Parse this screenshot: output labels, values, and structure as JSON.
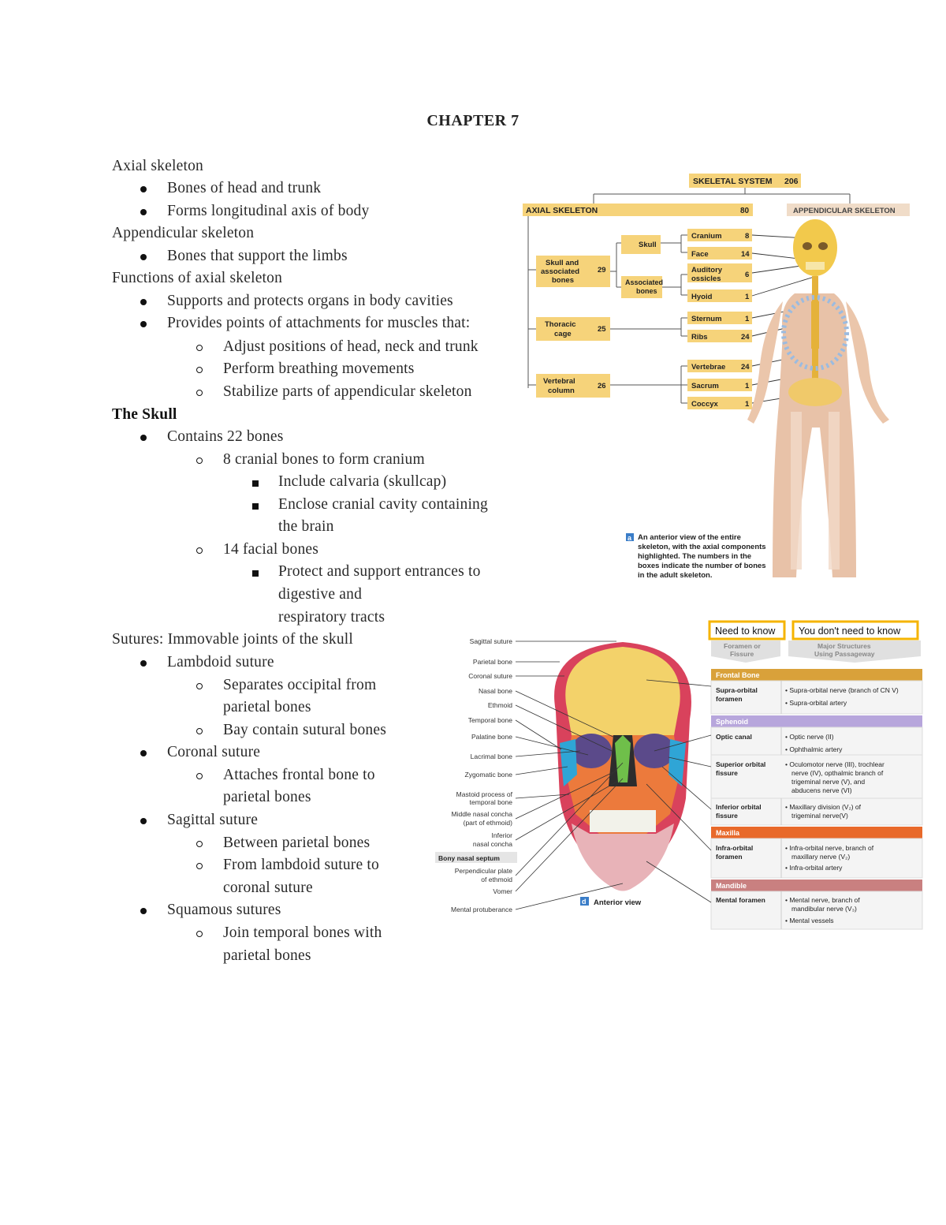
{
  "title": "CHAPTER 7",
  "notes": {
    "l1": "Axial skeleton",
    "l2": "Bones of head and trunk",
    "l3": "Forms longitudinal axis of body",
    "l4": "Appendicular skeleton",
    "l5": "Bones that support the limbs",
    "l6": "Functions of axial skeleton",
    "l7": "Supports and protects organs in body cavities",
    "l8": "Provides points of attachments for muscles that:",
    "l9": "Adjust positions of head, neck and trunk",
    "l10": "Perform breathing movements",
    "l11": "Stabilize parts of appendicular skeleton",
    "l12": "The Skull",
    "l13": "Contains 22 bones",
    "l14": "8 cranial bones to form cranium",
    "l15": "Include calvaria (skullcap)",
    "l16a": "Enclose cranial cavity containing",
    "l16b": "the brain",
    "l17": "14 facial bones",
    "l18a": "Protect and support entrances to",
    "l18b": "digestive  and",
    "l18c": "respiratory tracts",
    "l19": "Sutures: Immovable joints of the skull",
    "l20": "Lambdoid suture",
    "l21a": "Separates occipital from",
    "l21b": "parietal bones",
    "l22": "Bay contain sutural bones",
    "l23": "Coronal suture",
    "l24a": "Attaches frontal bone to",
    "l24b": "parietal bones",
    "l25": "Sagittal suture",
    "l26": "Between parietal bones",
    "l27a": "From lambdoid suture to",
    "l27b": "coronal suture",
    "l28": "Squamous sutures",
    "l29a": "Join temporal bones with",
    "l29b": "parietal bones"
  },
  "skeleton_figure": {
    "skeletal_system": "SKELETAL SYSTEM",
    "skeletal_count": "206",
    "axial": "AXIAL SKELETON",
    "axial_count": "80",
    "appendicular": "APPENDICULAR SKELETON",
    "skull_assoc_1": "Skull and",
    "skull_assoc_2": "associated",
    "skull_assoc_3": "bones",
    "skull_assoc_count": "29",
    "skull": "Skull",
    "assoc_1": "Associated",
    "assoc_2": "bones",
    "cranium": "Cranium",
    "cranium_count": "8",
    "face": "Face",
    "face_count": "14",
    "auditory_1": "Auditory",
    "auditory_2": "ossicles",
    "auditory_count": "6",
    "hyoid": "Hyoid",
    "hyoid_count": "1",
    "thoracic_1": "Thoracic",
    "thoracic_2": "cage",
    "thoracic_count": "25",
    "sternum": "Sternum",
    "sternum_count": "1",
    "ribs": "Ribs",
    "ribs_count": "24",
    "vertebral_1": "Vertebral",
    "vertebral_2": "column",
    "vertebral_count": "26",
    "vertebrae": "Vertebrae",
    "vertebrae_count": "24",
    "sacrum": "Sacrum",
    "sacrum_count": "1",
    "coccyx": "Coccyx",
    "coccyx_count": "1",
    "fig_label": "a",
    "caption_1": "An anterior view of the entire",
    "caption_2": "skeleton, with the axial components",
    "caption_3": "highlighted. The numbers in the",
    "caption_4": "boxes indicate the number of bones",
    "caption_5": "in the adult skeleton."
  },
  "skull_figure": {
    "need_to_know": "Need to know",
    "dont_need": "You don't need to know",
    "col1_a": "Foramen or",
    "col1_b": "Fissure",
    "col2_a": "Major Structures",
    "col2_b": "Using Passageway",
    "left_labels": [
      "Sagittal suture",
      "Parietal bone",
      "Coronal suture",
      "Nasal bone",
      "Ethmoid",
      "Temporal bone",
      "Palatine bone",
      "Lacrimal bone",
      "Zygomatic bone",
      "Mastoid process of",
      "temporal bone",
      "Middle nasal concha",
      "(part of ethmoid)",
      "Inferior",
      "nasal concha",
      "Bony nasal septum",
      "Perpendicular plate",
      "of ethmoid",
      "Vomer",
      "Mental protuberance"
    ],
    "view_label": "d",
    "view_text": "Anterior view",
    "frontal": "Frontal Bone",
    "supraorbital_f_1": "Supra-orbital",
    "supraorbital_f_2": "foramen",
    "supraorbital_nerve": "• Supra-orbital nerve (branch of CN V)",
    "supraorbital_artery": "• Supra-orbital artery",
    "sphenoid": "Sphenoid",
    "optic_canal": "Optic canal",
    "optic_nerve": "• Optic nerve (II)",
    "ophthalmic_artery": "• Ophthalmic artery",
    "sup_orbital_1": "Superior orbital",
    "sup_orbital_2": "fissure",
    "sup_orbital_s1": "• Oculomotor nerve (III), trochlear",
    "sup_orbital_s2": "nerve (IV), opthalmic branch of",
    "sup_orbital_s3": "trigeminal nerve (V), and",
    "sup_orbital_s4": "abducens nerve (VI)",
    "inf_orbital_1": "Inferior orbital",
    "inf_orbital_2": "fissure",
    "inf_orbital_s1": "• Maxillary division (V₂) of",
    "inf_orbital_s2": "trigeminal nerve(V)",
    "maxilla": "Maxilla",
    "infraorbital_f_1": "Infra-orbital",
    "infraorbital_f_2": "foramen",
    "infraorbital_s1": "• Infra-orbital nerve, branch of",
    "infraorbital_s2": "maxillary nerve (V₂)",
    "infraorbital_s3": "• Infra-orbital artery",
    "mandible": "Mandible",
    "mental_foramen": "Mental foramen",
    "mental_s1": "• Mental nerve, branch of",
    "mental_s2": "mandibular nerve (V₃)",
    "mental_s3": "• Mental vessels"
  }
}
